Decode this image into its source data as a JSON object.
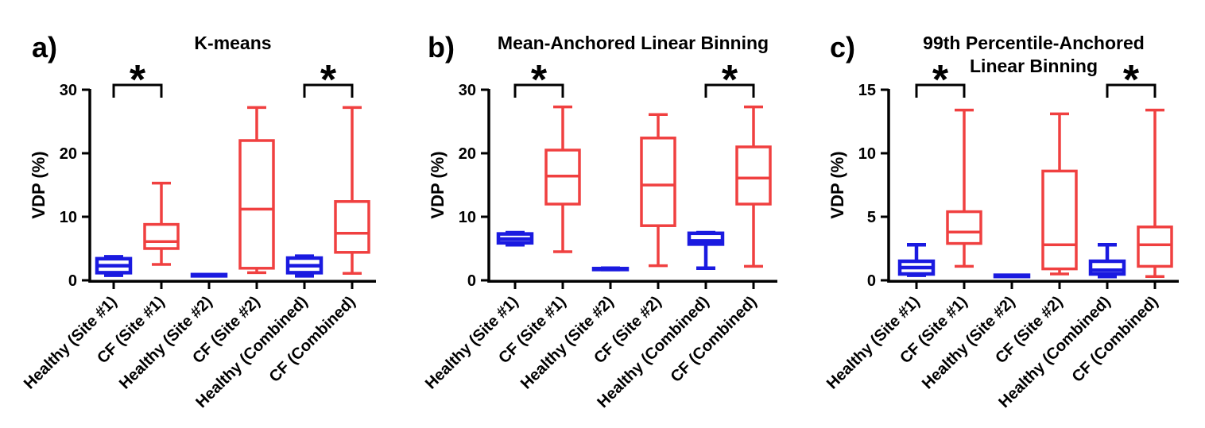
{
  "figure": {
    "background": "#ffffff",
    "colors": {
      "healthy_box": "#1a1ae0",
      "cf_box": "#f04040",
      "axis": "#000000",
      "significance": "#000000",
      "box_fill": "#ffffff"
    },
    "ylabel": "VDP (%)",
    "panel_labels": [
      "a)",
      "b)",
      "c)"
    ]
  },
  "chart_data": [
    {
      "type": "box",
      "panel_label": "a)",
      "title_lines": [
        "K-means"
      ],
      "ylabel": "VDP (%)",
      "ylim": [
        0,
        30
      ],
      "yticks": [
        0,
        10,
        20,
        30
      ],
      "categories": [
        "Healthy (Site #1)",
        "CF (Site #1)",
        "Healthy (Site #2)",
        "CF (Site #2)",
        "Healthy (Combined)",
        "CF (Combined)"
      ],
      "boxes": [
        {
          "category": "Healthy (Site #1)",
          "group": "healthy",
          "min": 0.8,
          "q1": 1.2,
          "median": 2.3,
          "q3": 3.4,
          "max": 3.7
        },
        {
          "category": "CF (Site #1)",
          "group": "cf",
          "min": 2.5,
          "q1": 5.0,
          "median": 6.1,
          "q3": 8.8,
          "max": 15.3
        },
        {
          "category": "Healthy (Site #2)",
          "group": "healthy",
          "min": 0.7,
          "q1": 0.7,
          "median": 0.8,
          "q3": 0.9,
          "max": 0.9
        },
        {
          "category": "CF (Site #2)",
          "group": "cf",
          "min": 1.2,
          "q1": 1.9,
          "median": 11.2,
          "q3": 22.0,
          "max": 27.2
        },
        {
          "category": "Healthy (Combined)",
          "group": "healthy",
          "min": 0.7,
          "q1": 1.2,
          "median": 2.3,
          "q3": 3.5,
          "max": 3.8
        },
        {
          "category": "CF (Combined)",
          "group": "cf",
          "min": 1.1,
          "q1": 4.4,
          "median": 7.4,
          "q3": 12.4,
          "max": 27.2
        }
      ],
      "significance": [
        {
          "pair": [
            0,
            1
          ],
          "symbol": "*"
        },
        {
          "pair": [
            4,
            5
          ],
          "symbol": "*"
        }
      ]
    },
    {
      "type": "box",
      "panel_label": "b)",
      "title_lines": [
        "Mean-Anchored Linear Binning"
      ],
      "ylabel": "VDP (%)",
      "ylim": [
        0,
        30
      ],
      "yticks": [
        0,
        10,
        20,
        30
      ],
      "categories": [
        "Healthy (Site #1)",
        "CF (Site #1)",
        "Healthy (Site #2)",
        "CF (Site #2)",
        "Healthy (Combined)",
        "CF (Combined)"
      ],
      "boxes": [
        {
          "category": "Healthy (Site #1)",
          "group": "healthy",
          "min": 5.6,
          "q1": 5.9,
          "median": 6.5,
          "q3": 7.3,
          "max": 7.5
        },
        {
          "category": "CF (Site #1)",
          "group": "cf",
          "min": 4.5,
          "q1": 12.0,
          "median": 16.4,
          "q3": 20.5,
          "max": 27.3
        },
        {
          "category": "Healthy (Site #2)",
          "group": "healthy",
          "min": 1.7,
          "q1": 1.75,
          "median": 1.8,
          "q3": 1.85,
          "max": 1.9
        },
        {
          "category": "CF (Site #2)",
          "group": "cf",
          "min": 2.3,
          "q1": 8.6,
          "median": 15.0,
          "q3": 22.4,
          "max": 26.1
        },
        {
          "category": "Healthy (Combined)",
          "group": "healthy",
          "min": 1.9,
          "q1": 5.7,
          "median": 6.2,
          "q3": 7.4,
          "max": 7.5
        },
        {
          "category": "CF (Combined)",
          "group": "cf",
          "min": 2.2,
          "q1": 12.0,
          "median": 16.1,
          "q3": 21.0,
          "max": 27.3
        }
      ],
      "significance": [
        {
          "pair": [
            0,
            1
          ],
          "symbol": "*"
        },
        {
          "pair": [
            4,
            5
          ],
          "symbol": "*"
        }
      ]
    },
    {
      "type": "box",
      "panel_label": "c)",
      "title_lines": [
        "99th Percentile-Anchored",
        "Linear Binning"
      ],
      "ylabel": "VDP (%)",
      "ylim": [
        0,
        15
      ],
      "yticks": [
        0,
        5,
        10,
        15
      ],
      "categories": [
        "Healthy (Site #1)",
        "CF (Site #1)",
        "Healthy (Site #2)",
        "CF (Site #2)",
        "Healthy (Combined)",
        "CF (Combined)"
      ],
      "boxes": [
        {
          "category": "Healthy (Site #1)",
          "group": "healthy",
          "min": 0.4,
          "q1": 0.5,
          "median": 1.0,
          "q3": 1.5,
          "max": 2.8
        },
        {
          "category": "CF (Site #1)",
          "group": "cf",
          "min": 1.1,
          "q1": 2.9,
          "median": 3.8,
          "q3": 5.4,
          "max": 13.4
        },
        {
          "category": "Healthy (Site #2)",
          "group": "healthy",
          "min": 0.3,
          "q1": 0.3,
          "median": 0.35,
          "q3": 0.4,
          "max": 0.4
        },
        {
          "category": "CF (Site #2)",
          "group": "cf",
          "min": 0.5,
          "q1": 0.9,
          "median": 2.8,
          "q3": 8.6,
          "max": 13.1
        },
        {
          "category": "Healthy (Combined)",
          "group": "healthy",
          "min": 0.3,
          "q1": 0.5,
          "median": 0.8,
          "q3": 1.5,
          "max": 2.8
        },
        {
          "category": "CF (Combined)",
          "group": "cf",
          "min": 0.3,
          "q1": 1.1,
          "median": 2.8,
          "q3": 4.2,
          "max": 13.4
        }
      ],
      "significance": [
        {
          "pair": [
            0,
            1
          ],
          "symbol": "*"
        },
        {
          "pair": [
            4,
            5
          ],
          "symbol": "*"
        }
      ]
    }
  ]
}
